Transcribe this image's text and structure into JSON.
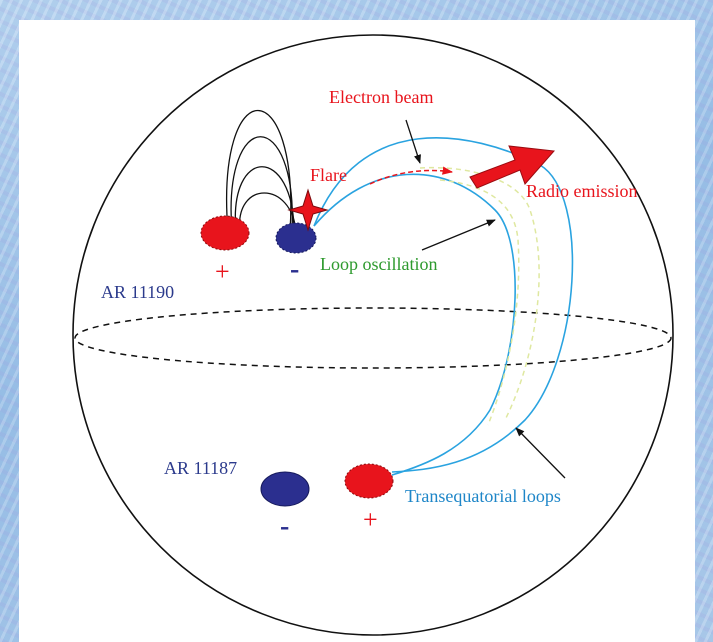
{
  "diagram": {
    "labels": {
      "electron_beam": "Electron beam",
      "flare": "Flare",
      "radio_emission": "Radio emission",
      "loop_oscillation": "Loop oscillation",
      "ar_north": "AR 11190",
      "ar_south": "AR 11187",
      "transequatorial_loops": "Transequatorial loops"
    },
    "polarity": {
      "north_positive": "+",
      "north_negative": "-",
      "south_negative": "-",
      "south_positive": "+"
    },
    "colors": {
      "red_text": "#e8141c",
      "blue_text": "#2b3a8c",
      "green_text": "#2e9a2e",
      "cyan_text": "#1e86c8",
      "loop_blue": "#2aa3e0",
      "dashed_loop": "#dfe8a0",
      "spot_red": "#e8141c",
      "spot_blue": "#2b2f8f",
      "sphere_outline": "#111111"
    }
  }
}
